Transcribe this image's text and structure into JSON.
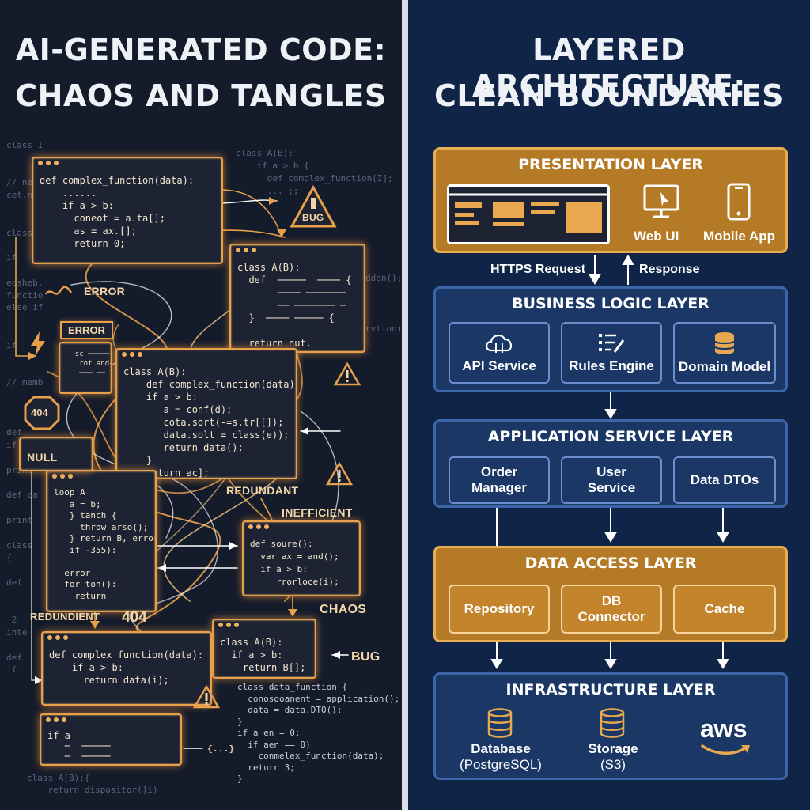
{
  "left": {
    "title_line1": "AI-GENERATED CODE:",
    "title_line2": "CHAOS AND TANGLES",
    "windows": {
      "w1": [
        "def complex_function(data):",
        "    ......",
        "    if a > b:",
        "      coneot = a.ta[];",
        "      as = ax.[];",
        "      return 0;"
      ],
      "w2": [
        "class A(B):",
        "  def  ─────  ──── {",
        "       ──── ───────",
        "       ── ─────── ─",
        "  }  ──── ───── {",
        "",
        "  return nut."
      ],
      "w3": [
        "class A(B):",
        "    def complex_function(data):",
        "    if a > b:",
        "       a = conf(d);",
        "       cota.sort(-=s.tr[[]);",
        "       data.solt = class(e));",
        "       return data();",
        "    }",
        "    return ac];"
      ],
      "w4": [
        "loop A",
        "   a = b;",
        "   } tanch {",
        "     throw arso();",
        "   } return B, error",
        "   if -355):",
        "",
        "  error",
        "  for ton():",
        "    return"
      ],
      "w5": [
        "def soure():",
        "  var ax = and();",
        "  if a > b:",
        "     rrorloce(i);"
      ],
      "w6": [
        "class A(B):",
        "  if a > b:",
        "    return B[];"
      ],
      "w7": [
        "def complex_function(data):",
        "    if a > b:",
        "      return data(i);"
      ],
      "w8": [
        "if a",
        "   ─  ─────",
        "   ─  ─────"
      ],
      "w9": [
        "  sc ─────",
        "   rot and{",
        "   ─── ──"
      ]
    },
    "labels": {
      "error1": "ERROR",
      "error2": "ERROR",
      "bug1": "BUG",
      "bug2": "BUG",
      "null": "NULL",
      "redundant": "REDUNDANT",
      "inefficient": "INEFFICIENT",
      "redundient": "REDUNDIENT",
      "chaos": "CHAOS",
      "n404a": "404",
      "n404b": "404",
      "brace": "{...}"
    },
    "bg_code": {
      "b1": "class I\n\n\n// ne\ncet.n\n\n\nclass\n\nif\n\neosheb.\nfunctio\nelse if\n\n\nif\n\n\n// memb\n\n\n\ndef\nif\n\nprint\n\ndef ca\n\nprint\n\nclass\n{\n\ndef\n\n\n 2\ninte\n\ndef\nif",
      "b2": "class A(B):\n    if a > b {\n      def complex_function(I];\n      ... ;;",
      "b3": "class data_function {\n  conosooanent = application();\n  data = data.DTO();\n}\nif a en = 0:\n  if aen == 0)\n    conmelex_function(data);\n  return 3;\n}",
      "b4": "class A(B):{\n    return dispositor(]i)",
      "b5": "dden();\n\n\n\nrvtion)"
    }
  },
  "right": {
    "title_line1": "LAYERED ARCHITECTURE:",
    "title_line2": "CLEAN BOUNDARIES",
    "presentation": {
      "title": "PRESENTATION LAYER",
      "web_ui": "Web UI",
      "mobile_app": "Mobile App"
    },
    "https_request": "HTTPS Request",
    "response": "Response",
    "business": {
      "title": "BUSINESS LOGIC LAYER",
      "items": [
        "API Service",
        "Rules Engine",
        "Domain Model"
      ]
    },
    "application": {
      "title": "APPLICATION SERVICE LAYER",
      "items": [
        "Order\nManager",
        "User\nService",
        "Data DTOs"
      ]
    },
    "data_access": {
      "title": "DATA ACCESS LAYER",
      "items": [
        "Repository",
        "DB\nConnector",
        "Cache"
      ]
    },
    "infrastructure": {
      "title": "INFRASTRUCTURE LAYER",
      "database": "Database",
      "database_sub": "(PostgreSQL)",
      "storage": "Storage",
      "storage_sub": "(S3)",
      "aws": "aws"
    }
  },
  "colors": {
    "orange": "#b57a25",
    "orange_border": "#e6ad52",
    "blue": "#1a3766",
    "blue_border": "#3d66a8",
    "glow": "#e8a04a"
  }
}
